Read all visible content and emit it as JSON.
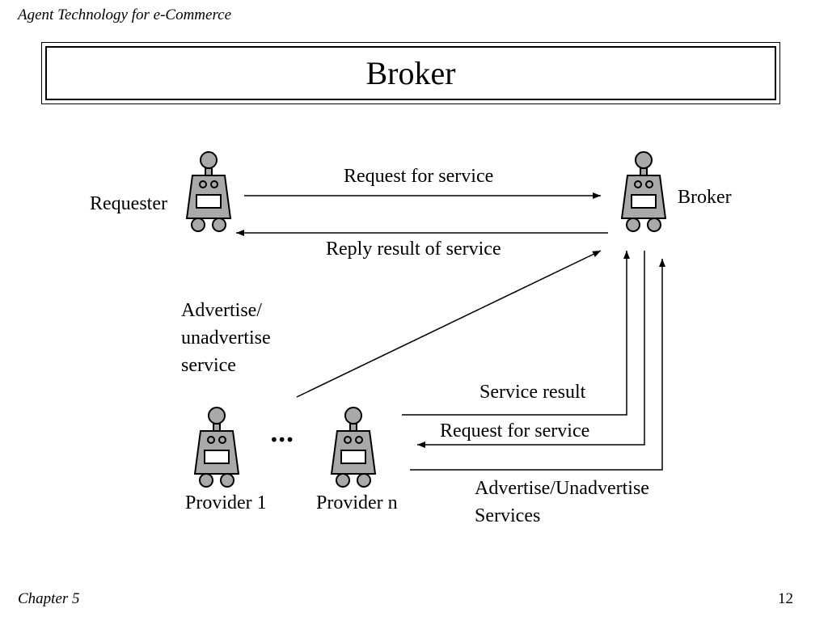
{
  "header": {
    "text": "Agent Technology for e-Commerce"
  },
  "title": "Broker",
  "labels": {
    "requester": "Requester",
    "broker": "Broker",
    "request_top": "Request for service",
    "reply_top": "Reply result of service",
    "advertise_left": [
      "Advertise/",
      "unadvertise",
      "service"
    ],
    "service_result": "Service result",
    "request_bottom": "Request for service",
    "advertise_right": [
      "Advertise/Unadvertise",
      "Services"
    ],
    "provider_1": "Provider 1",
    "provider_n": "Provider n",
    "ellipsis": "•••"
  },
  "icons": {
    "requester": "robot-icon",
    "broker": "robot-icon",
    "provider_1": "robot-icon",
    "provider_n": "robot-icon"
  },
  "footer": {
    "chapter": "Chapter 5",
    "page": "12"
  }
}
